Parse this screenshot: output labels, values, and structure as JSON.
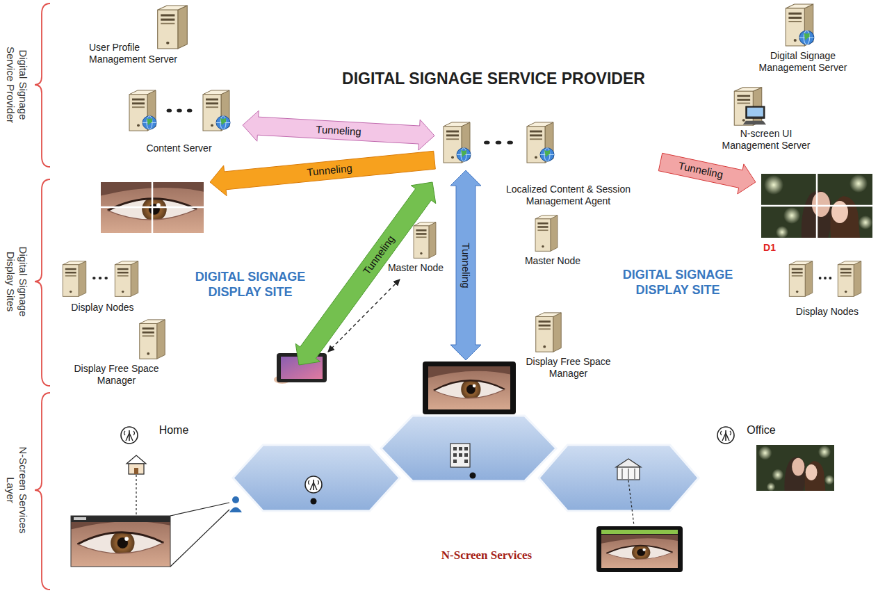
{
  "diagram": {
    "nodes": [
      {
        "text": [
          "DIGITAL SIGNAGE SERVICE PROVIDER"
        ]
      },
      {
        "text": [
          "User Profile Management Server"
        ],
        "in": 0
      },
      {
        "text": [
          "Digital Signage Management Server"
        ],
        "in": 0
      },
      {
        "text": [
          "Content Server"
        ],
        "in": 0
      },
      {
        "text": [
          "N-screen UI Management Server"
        ],
        "in": 0
      },
      {
        "text": [
          "Localized Content & Session Management Agent"
        ]
      },
      {
        "text": [
          "DIGITAL SIGNAGE DISPLAY SITE"
        ]
      },
      {
        "text": [
          "Display Nodes"
        ],
        "in": 6
      },
      {
        "text": [
          "Master Node"
        ],
        "in": 6
      },
      {
        "text": [
          "Display Free Space Manager"
        ],
        "in": 6
      },
      {
        "text": [
          "DIGITAL SIGNAGE DISPLAY SITE"
        ]
      },
      {
        "text": [
          "Master Node"
        ],
        "in": 10
      },
      {
        "text": [
          "Display Nodes"
        ],
        "in": 10
      },
      {
        "text": [
          "Display Free Space Manager"
        ],
        "in": 10
      },
      {
        "text": [
          "Home"
        ]
      },
      {
        "text": [
          "Office"
        ]
      },
      {
        "text": [
          "N-Screen Services"
        ]
      }
    ],
    "edges": [
      {
        "from": 3,
        "to": 5,
        "label": "Tunneling",
        "arrow": "both"
      },
      {
        "from": 5,
        "to": 6,
        "label": "Tunneling",
        "arrow": "to"
      },
      {
        "from": 5,
        "to": 10,
        "label": "Tunneling",
        "arrow": "to"
      }
    ],
    "labels": [
      "Digital Signage Service Provider",
      "Digital Signage Display Sites",
      "N-Screen Services Layer",
      "Tunneling",
      "Tunneling",
      "D1"
    ]
  }
}
